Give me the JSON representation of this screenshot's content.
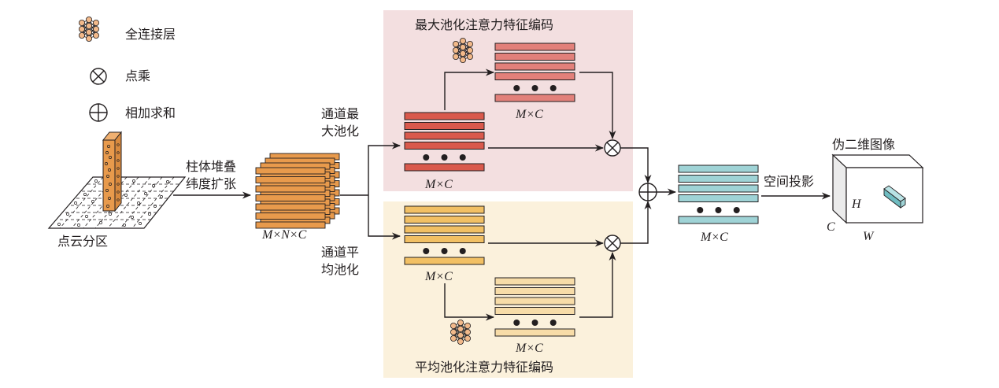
{
  "legend": {
    "fc_label": "全连接层",
    "mul_label": "点乘",
    "add_label": "相加求和"
  },
  "input": {
    "label": "点云分区"
  },
  "stack_step": {
    "line1": "柱体堆叠",
    "line2": "纬度扩张",
    "dims": "M×N×C"
  },
  "max_branch": {
    "title": "最大池化注意力特征编码",
    "pool_line1": "通道最",
    "pool_line2": "大池化",
    "dims_pooled": "M×C",
    "dims_encoded": "M×C"
  },
  "avg_branch": {
    "title": "平均池化注意力特征编码",
    "pool_line1": "通道平",
    "pool_line2": "均池化",
    "dims_pooled": "M×C",
    "dims_encoded": "M×C"
  },
  "fused": {
    "dims": "M×C"
  },
  "projection": {
    "label": "空间投影"
  },
  "output": {
    "title": "伪二维图像",
    "axis_h": "H",
    "axis_c": "C",
    "axis_w": "W"
  },
  "colors": {
    "max_panel_bg": "#f3dfe0",
    "avg_panel_bg": "#fbf1dc",
    "max_pooled_bar": "#d9594c",
    "max_encoded_bar": "#e2807a",
    "avg_pooled_bar": "#f2c064",
    "avg_encoded_bar": "#f7dca8",
    "pillar_bar": "#e89a4c",
    "fused_bar": "#9fd3d6",
    "node": "#f2b98a",
    "line": "#231f20"
  }
}
